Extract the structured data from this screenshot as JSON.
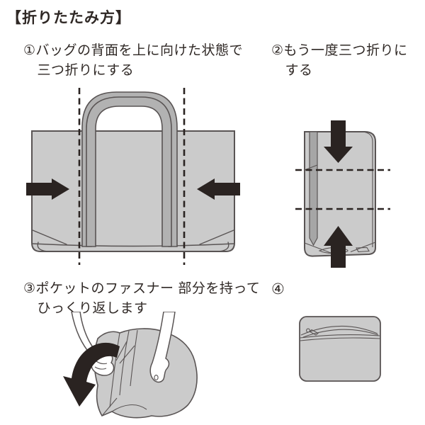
{
  "title": "【折りたたみ方】",
  "steps": {
    "step1": {
      "text": "①バッグの背面を上に向けた状態で\n　三つ折りにする"
    },
    "step2": {
      "text": "②もう一度三つ折りに\n　する"
    },
    "step3": {
      "text": "③ポケットのファスナー 部分を持って\n　ひっくり返します"
    },
    "step4": {
      "text": "④"
    }
  },
  "colors": {
    "ink": "#2f2825",
    "line": "#595454",
    "bag_fill": "#cbcbcb",
    "handle_fill": "#b2b2b2",
    "strip_fill": "#a6a6a6",
    "arrow": "#2a2321",
    "bg": "#ffffff"
  }
}
